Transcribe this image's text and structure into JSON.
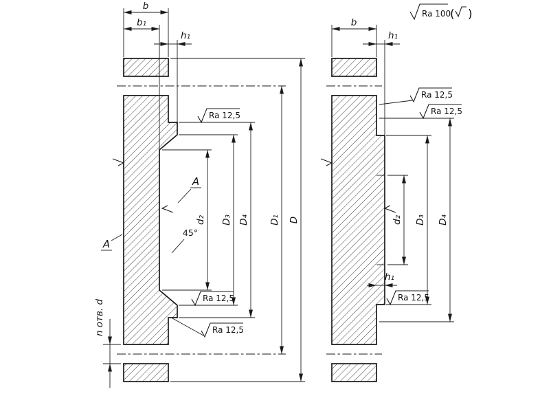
{
  "drawing": {
    "general_note": {
      "ra_value": "Ra 100",
      "paren_open": "(",
      "paren_close": ")"
    },
    "left_view": {
      "dim_b": "b",
      "dim_b1": "b₁",
      "dim_h1": "h₁",
      "dim_d2": "d₂",
      "dim_D3": "D₃",
      "dim_D4": "D₄",
      "dim_D1": "D₁",
      "dim_D": "D",
      "chamfer_angle": "45°",
      "holes_note": "n отв. d",
      "section_label_1": "А",
      "section_label_2": "А",
      "ra_top": "Ra 12,5",
      "ra_recess": "Ra 12,5",
      "ra_corner": "Ra 12,5"
    },
    "right_view": {
      "dim_b": "b",
      "dim_h1_top": "h₁",
      "dim_h1_bottom": "h₁",
      "dim_d2": "d₂",
      "dim_D3": "D₃",
      "dim_D4": "D₄",
      "ra_face": "Ra 12,5",
      "ra_raised": "Ra 12,5",
      "ra_bottom": "Ra 12,5"
    }
  }
}
